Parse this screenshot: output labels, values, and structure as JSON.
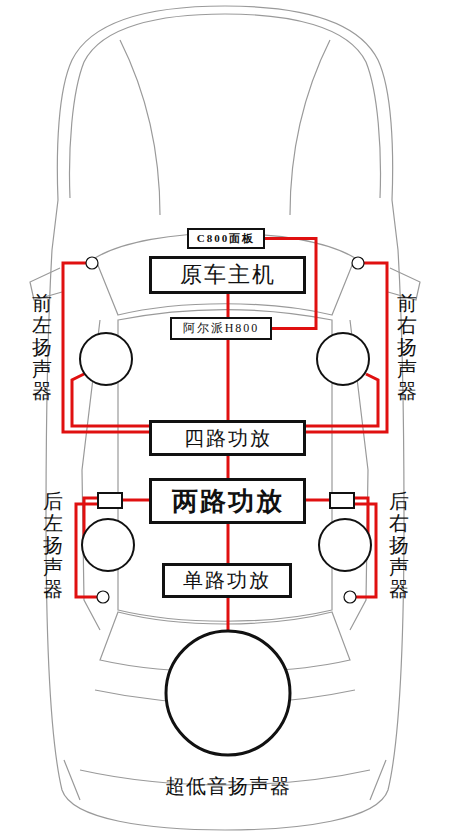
{
  "diagram": {
    "nodes": [
      {
        "text": [
          "C800面板"
        ]
      },
      {
        "text": [
          "原车主机"
        ]
      },
      {
        "text": [
          "阿尔派H800"
        ]
      },
      {
        "text": [
          "四路功放"
        ]
      },
      {
        "text": [
          "两路功放"
        ]
      },
      {
        "text": [
          "单路功放"
        ]
      }
    ],
    "edges": [
      {
        "from": 0,
        "to": 2,
        "arrow": "none"
      },
      {
        "from": 1,
        "to": 2,
        "arrow": "none"
      },
      {
        "from": 2,
        "to": 3,
        "arrow": "none"
      },
      {
        "from": 3,
        "to": 4,
        "arrow": "none"
      },
      {
        "from": 4,
        "to": 5,
        "arrow": "none"
      }
    ],
    "labels": [
      "前左扬声器",
      "前右扬声器",
      "后左扬声器",
      "后右扬声器",
      "超低音扬声器"
    ]
  }
}
